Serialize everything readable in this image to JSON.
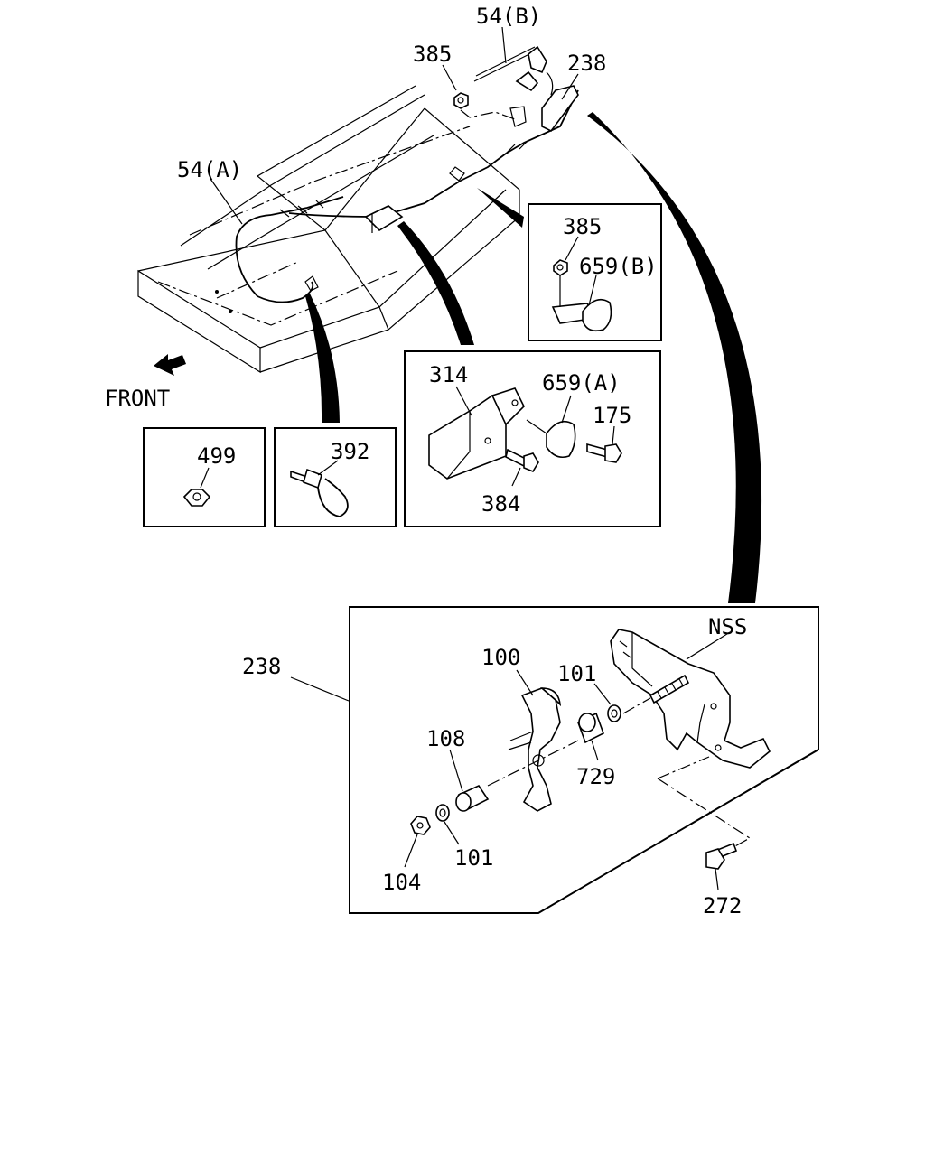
{
  "diagram": {
    "front_label": "FRONT",
    "callouts": {
      "c54b": "54(B)",
      "c385_top": "385",
      "c238_top": "238",
      "c54a": "54(A)",
      "c385_box": "385",
      "c659b": "659(B)",
      "c314": "314",
      "c659a": "659(A)",
      "c175": "175",
      "c384": "384",
      "c499": "499",
      "c392": "392",
      "c238_detail": "238",
      "cnss": "NSS",
      "c100": "100",
      "c101_upper": "101",
      "c108": "108",
      "c729": "729",
      "c101_lower": "101",
      "c104": "104",
      "c272": "272"
    }
  }
}
